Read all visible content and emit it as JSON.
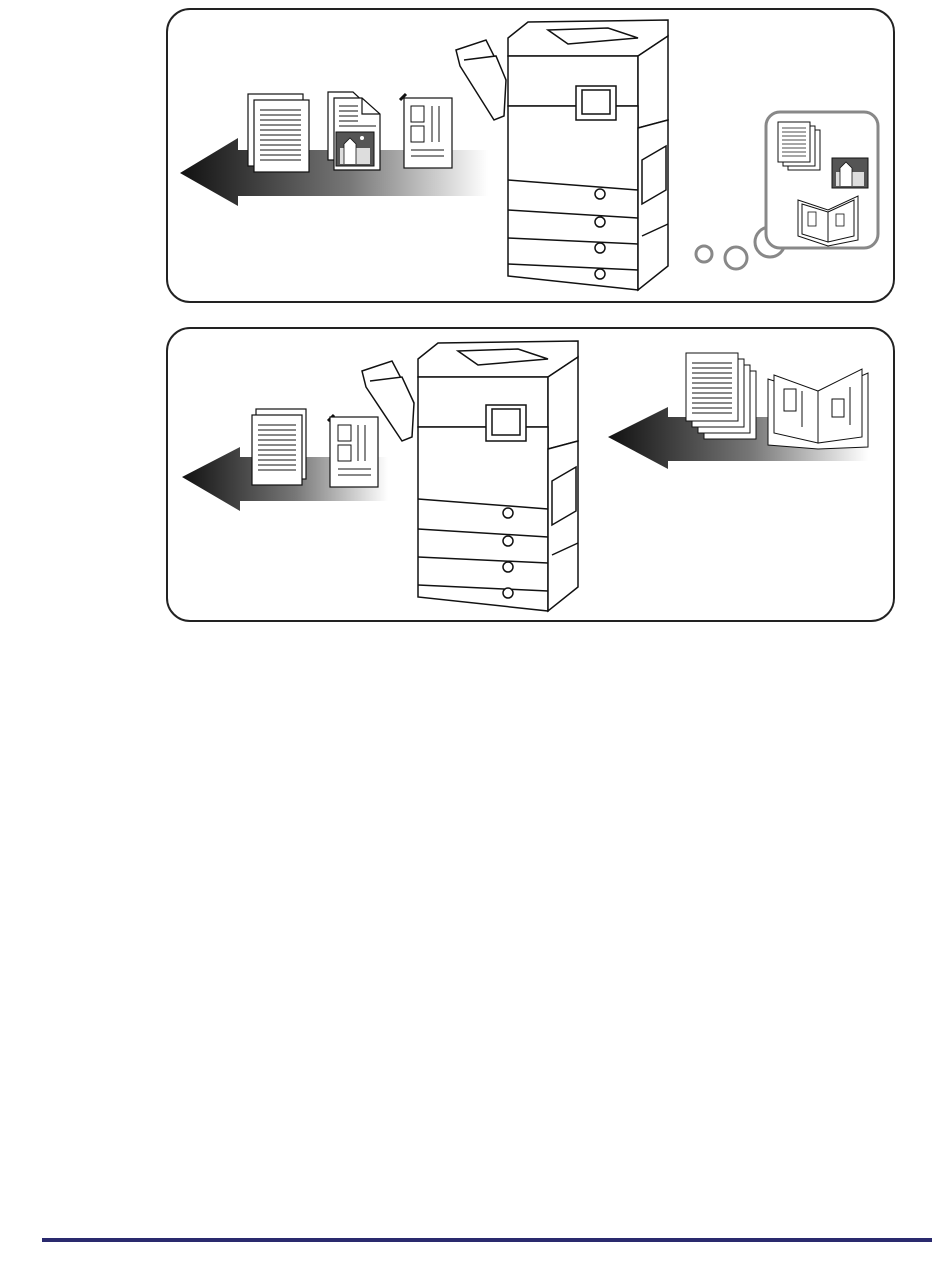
{
  "colors": {
    "border": "#222222",
    "footer_rule": "#2a2a6e",
    "arrow_dark": "#111111",
    "thought_bubble": "#888888"
  },
  "panels": [
    {
      "name": "output-from-stored-data",
      "arrow_direction": "left",
      "output_items": [
        "text-page-icon",
        "photo-page-icon",
        "layout-page-icon"
      ],
      "thought_bubble_items": [
        "stacked-pages-icon",
        "photo-icon",
        "booklet-icon"
      ]
    },
    {
      "name": "copy-originals",
      "arrow_direction": "left",
      "output_items": [
        "text-page-icon",
        "layout-page-icon"
      ],
      "input_items": [
        "stacked-pages-icon",
        "booklet-icon"
      ]
    }
  ]
}
